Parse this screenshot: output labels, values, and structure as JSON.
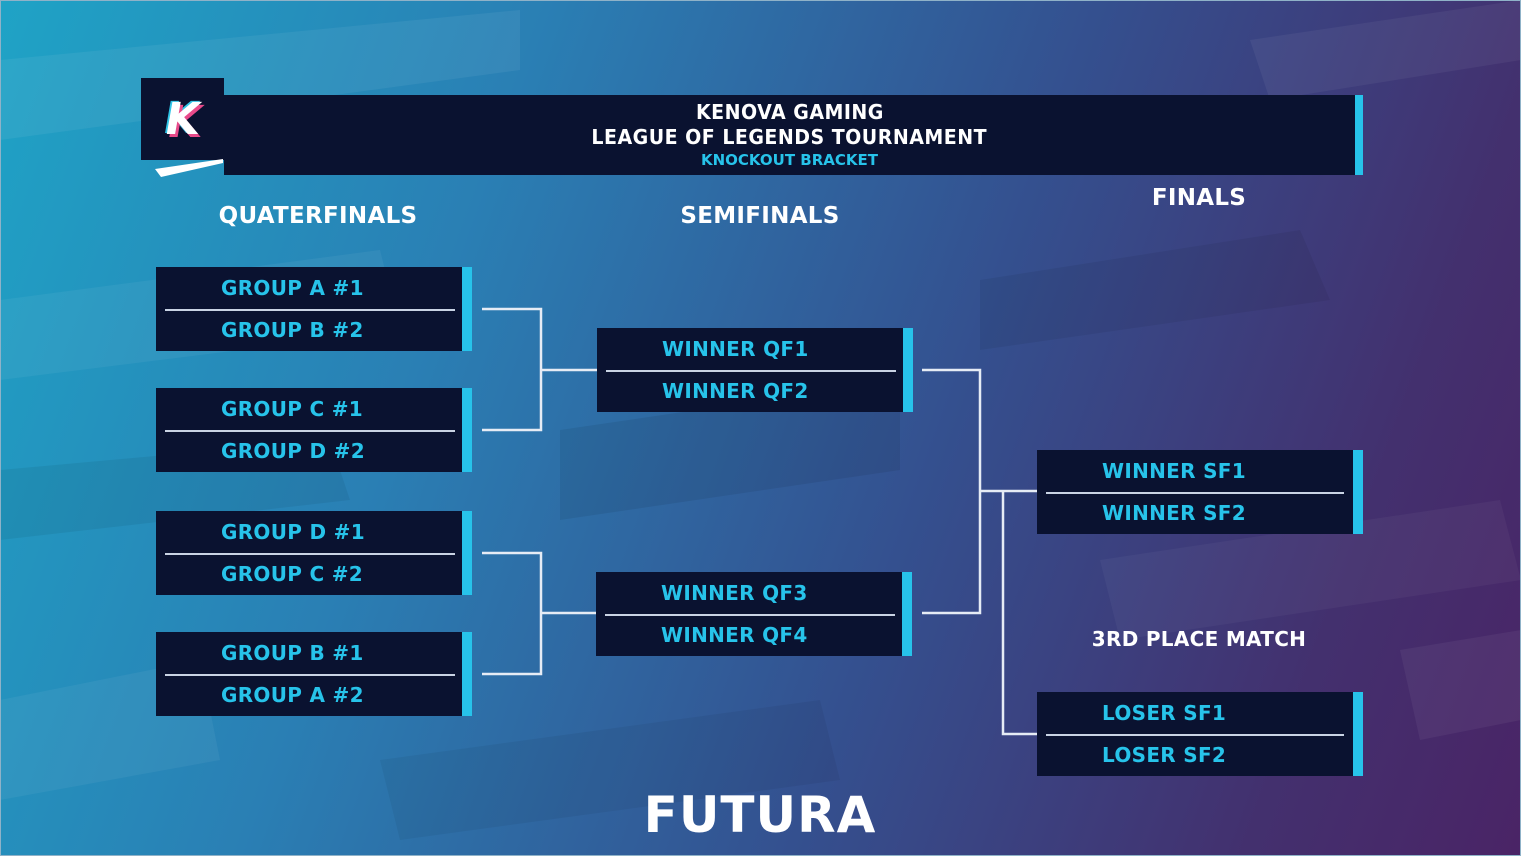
{
  "header": {
    "line1": "KENOVA GAMING",
    "line2": "LEAGUE OF LEGENDS TOURNAMENT",
    "line3": "KNOCKOUT BRACKET",
    "logo_letter": "K"
  },
  "rounds": {
    "quarterfinals": "QUATERFINALS",
    "semifinals": "SEMIFINALS",
    "finals": "FINALS",
    "third_place": "3RD PLACE MATCH"
  },
  "matches": {
    "qf1": {
      "top": "GROUP A #1",
      "bottom": "GROUP B #2"
    },
    "qf2": {
      "top": "GROUP C #1",
      "bottom": "GROUP D #2"
    },
    "qf3": {
      "top": "GROUP D #1",
      "bottom": "GROUP C #2"
    },
    "qf4": {
      "top": "GROUP B #1",
      "bottom": "GROUP A #2"
    },
    "sf1": {
      "top": "WINNER QF1",
      "bottom": "WINNER QF2"
    },
    "sf2": {
      "top": "WINNER QF3",
      "bottom": "WINNER QF4"
    },
    "final": {
      "top": "WINNER SF1",
      "bottom": "WINNER SF2"
    },
    "third": {
      "top": "LOSER SF1",
      "bottom": "LOSER SF2"
    }
  },
  "footer": {
    "brand": "FUTURA"
  },
  "colors": {
    "accent": "#27c3ea",
    "box": "#0a1230",
    "text": "#ffffff",
    "background_start": "#1fa3c6",
    "background_end": "#4a2466"
  }
}
